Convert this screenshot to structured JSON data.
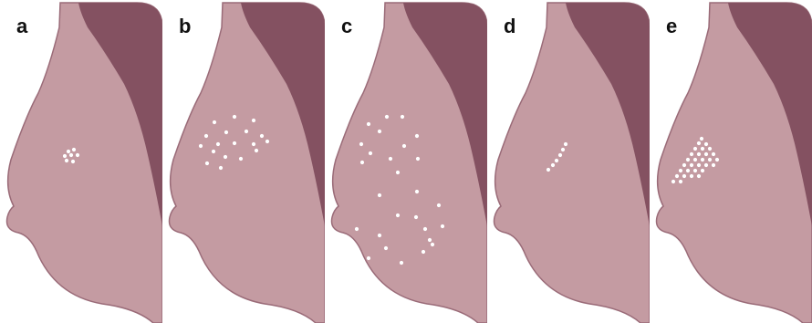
{
  "colors": {
    "background": "#ffffff",
    "breast_tissue": "#c49ba2",
    "pectoral_muscle": "#845161",
    "outline": "#9a6b78",
    "calcification": "#ffffff",
    "label": "#111111"
  },
  "panels": [
    {
      "label": "a",
      "distribution": "grouped"
    },
    {
      "label": "b",
      "distribution": "regional"
    },
    {
      "label": "c",
      "distribution": "diffuse"
    },
    {
      "label": "d",
      "distribution": "linear"
    },
    {
      "label": "e",
      "distribution": "segmental"
    }
  ]
}
